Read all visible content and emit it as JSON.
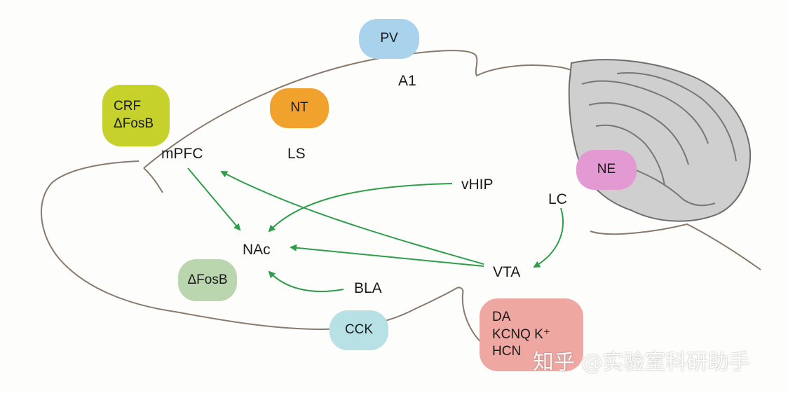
{
  "regions": {
    "mpfc": "mPFC",
    "ls": "LS",
    "a1": "A1",
    "vhip": "vHIP",
    "lc": "LC",
    "nac": "NAc",
    "bla": "BLA",
    "vta": "VTA"
  },
  "markers": {
    "pv": "PV",
    "nt": "NT",
    "crf": [
      "CRF",
      "ΔFosB"
    ],
    "ne": "NE",
    "dfosb": "ΔFosB",
    "cck": "CCK",
    "da": [
      "DA",
      "KCNQ  K⁺",
      "HCN"
    ]
  },
  "colors": {
    "pv": "#a9d3ec",
    "nt": "#f0a22c",
    "crf": "#c6d12b",
    "ne": "#e39ad3",
    "dfosb": "#b9d6ae",
    "cck": "#b7e1e4",
    "da": "#efa7a2",
    "arrow": "#2e9e4a",
    "outline": "#8a7a6d"
  },
  "watermark": "知乎 @实验室科研助手"
}
